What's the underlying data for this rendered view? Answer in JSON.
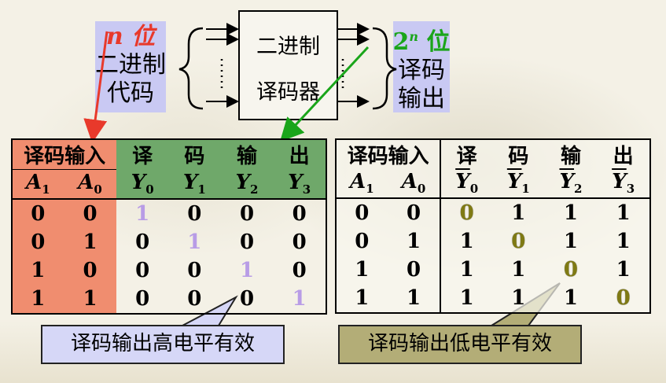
{
  "input_label": {
    "n_bits": "n 位",
    "line1": "二进制",
    "line2": "代码"
  },
  "decoder": {
    "line1": "二进制",
    "line2": "译码器"
  },
  "output_label": {
    "bits": "2",
    "bits_sup": "n",
    "bits_suffix": " 位",
    "line1": "译码",
    "line2": "输出"
  },
  "table_high": {
    "header_input": "译码输入",
    "header_output": [
      "译",
      "码",
      "输",
      "出"
    ],
    "rows": [
      [
        "0",
        "0",
        "1",
        "0",
        "0",
        "0"
      ],
      [
        "0",
        "1",
        "0",
        "1",
        "0",
        "0"
      ],
      [
        "1",
        "0",
        "0",
        "0",
        "1",
        "0"
      ],
      [
        "1",
        "1",
        "0",
        "0",
        "0",
        "1"
      ]
    ]
  },
  "table_low": {
    "header_input": "译码输入",
    "header_output": [
      "译",
      "码",
      "输",
      "出"
    ],
    "rows": [
      [
        "0",
        "0",
        "0",
        "1",
        "1",
        "1"
      ],
      [
        "0",
        "1",
        "1",
        "0",
        "1",
        "1"
      ],
      [
        "1",
        "0",
        "1",
        "1",
        "0",
        "1"
      ],
      [
        "1",
        "1",
        "1",
        "1",
        "1",
        "0"
      ]
    ]
  },
  "vars": {
    "a": "A",
    "a1": "1",
    "a0": "0",
    "y": "Y",
    "y0": "0",
    "y1": "1",
    "y2": "2",
    "y3": "3"
  },
  "callouts": {
    "high": "译码输出高电平有效",
    "low": "译码输出低电平有效"
  },
  "colors": {
    "input_header": "#f08d6f",
    "output_header": "#6fa86a",
    "input_label_bg": "#c9c9f3",
    "callout_high": "#d6d7f7",
    "callout_low": "#b3ad77",
    "arrow_red": "#e8392b",
    "arrow_green": "#1aa51a"
  }
}
